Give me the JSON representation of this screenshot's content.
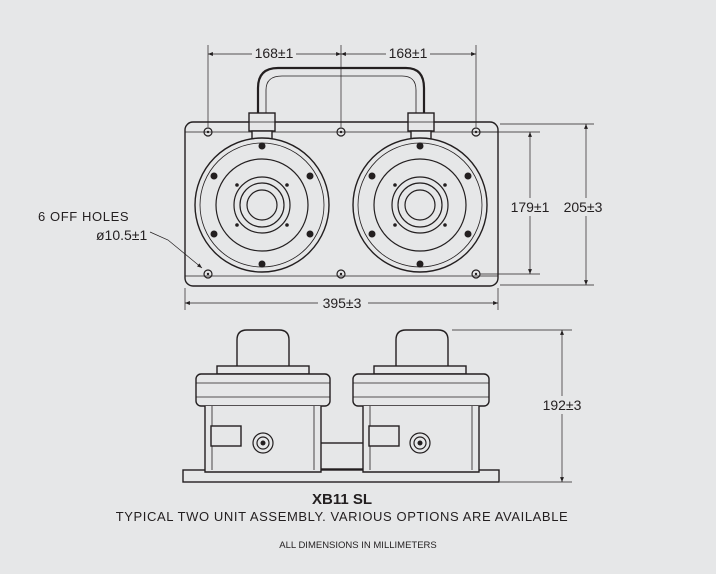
{
  "dimensions": {
    "left_spacing": "168±1",
    "right_spacing": "168±1",
    "hole_spacing": "179±1",
    "plate_height": "205±3",
    "plate_width": "395±3",
    "unit_height": "192±3"
  },
  "holes_note": {
    "line1": "6 OFF HOLES",
    "line2": "ø10.5±1"
  },
  "model": "XB11 SL",
  "description": "TYPICAL TWO UNIT ASSEMBLY. VARIOUS OPTIONS ARE AVAILABLE",
  "footer": "ALL DIMENSIONS IN MILLIMETERS",
  "colors": {
    "background": "#e6e7e8",
    "line": "#231f20"
  }
}
